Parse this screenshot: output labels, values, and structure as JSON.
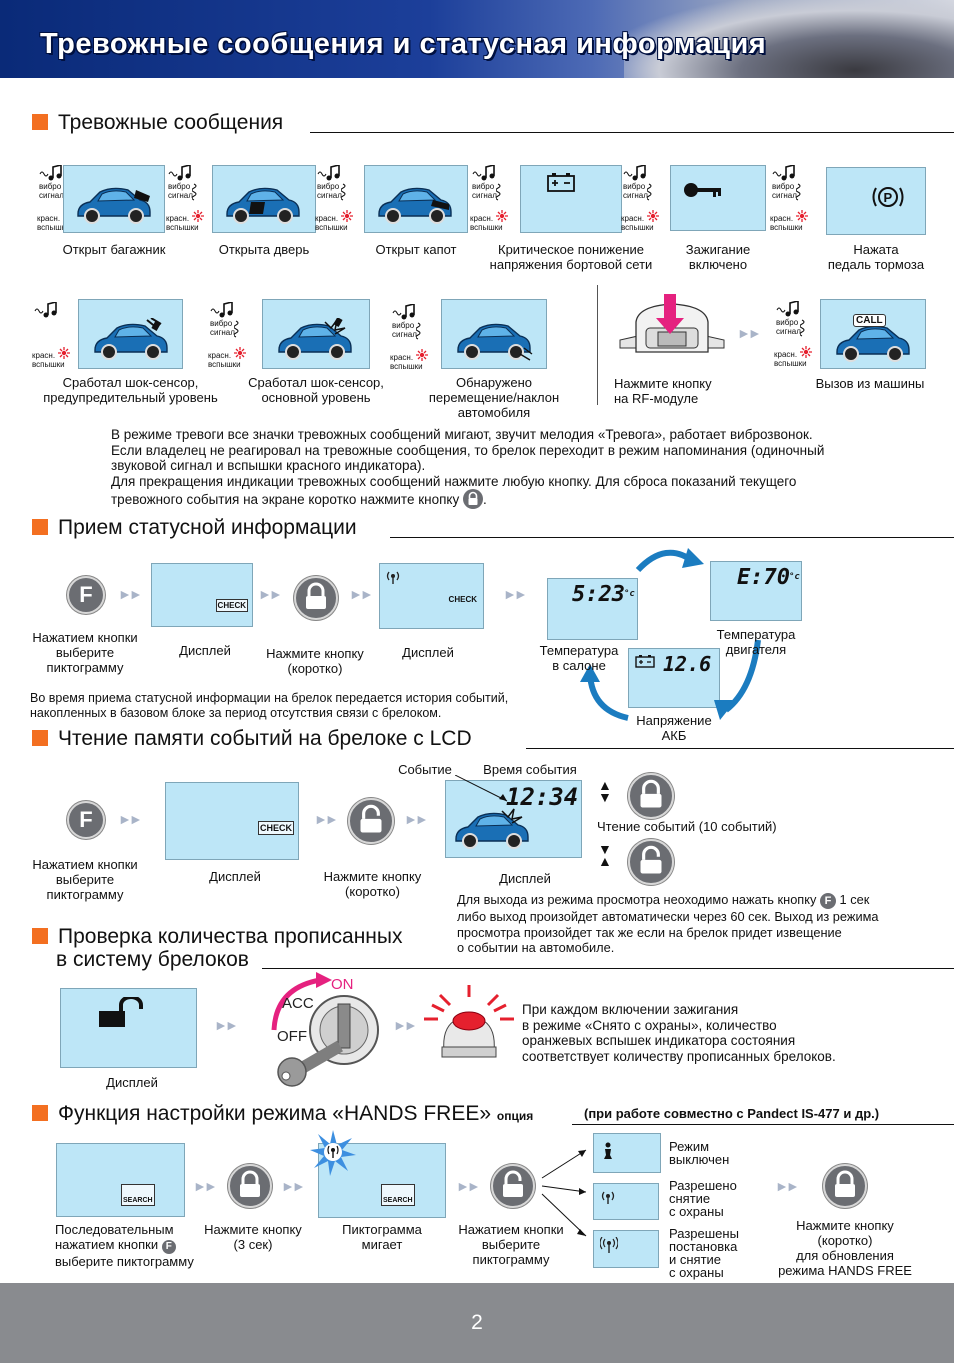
{
  "header": {
    "title": "Тревожные сообщения и статусная информация"
  },
  "sections": {
    "alarm": "Тревожные сообщения",
    "status": "Прием статусной информации",
    "memory": "Чтение памяти событий на брелоке с LCD",
    "keyfobs_l1": "Проверка количества прописанных",
    "keyfobs_l2": "в систему брелоков",
    "handsfree": "Функция настройки режима «HANDS FREE»",
    "handsfree_opt": "опция",
    "handsfree_note": "(при работе совместно с Pandect IS-477 и др.)"
  },
  "labels": {
    "vibro": "вибро",
    "signal": "сигнал",
    "krasn": "красн.",
    "vspyshki": "вспышки",
    "call": "CALL",
    "check": "CHECK",
    "search": "SEARCH"
  },
  "alarm_row1": [
    {
      "cap1": "Открыт багажник",
      "cap2": ""
    },
    {
      "cap1": "Открыта дверь",
      "cap2": ""
    },
    {
      "cap1": "Открыт капот",
      "cap2": ""
    },
    {
      "cap1": "Критическое понижение",
      "cap2": "напряжения бортовой сети"
    },
    {
      "cap1": "Зажигание",
      "cap2": "включено"
    },
    {
      "cap1": "Нажата",
      "cap2": "педаль тормоза"
    }
  ],
  "alarm_row2": [
    {
      "cap1": "Сработал шок-сенсор,",
      "cap2": "предупредительный  уровень",
      "cap3": ""
    },
    {
      "cap1": "Сработал шок-сенсор,",
      "cap2": "основной уровень",
      "cap3": ""
    },
    {
      "cap1": "Обнаружено",
      "cap2": "перемещение/наклон",
      "cap3": "автомобиля"
    }
  ],
  "rf": {
    "cap1": "Нажмите кнопку",
    "cap2": "на RF-модуле",
    "call_cap": "Вызов из машины"
  },
  "alarm_text": [
    "В режиме тревоги все значки тревожных сообщений мигают, звучит мелодия «Тревога», работает виброзвонок.",
    "Если владелец не реагировал на тревожные сообщения, то брелок переходит в режим напоминания (одиночный",
    "звуковой сигнал и вспышки красного индикатора).",
    "Для прекращения индикации тревожных сообщений нажмите любую кнопку. Для сброса показаний текущего",
    "тревожного события на экране коротко нажмите кнопку"
  ],
  "status": {
    "f_label": "F",
    "cap_select": [
      "Нажатием кнопки",
      "выберите",
      "пиктограмму"
    ],
    "cap_display": "Дисплей",
    "cap_press_short": [
      "Нажмите кнопку",
      "(коротко)"
    ],
    "cap_display2": "Дисплей",
    "temp_cabin_val": "5:23",
    "temp_cabin": [
      "Температура",
      "в салоне"
    ],
    "temp_engine_val": "E:70",
    "temp_engine": [
      "Температура",
      "двигателя"
    ],
    "volt_val": "12.6",
    "volt": [
      "Напряжение",
      "АКБ"
    ],
    "degc": "°c",
    "note": [
      "Во время приема статусной информации на брелок передается история событий,",
      "накопленных в базовом блоке за период отсутствия связи с брелоком."
    ]
  },
  "memory": {
    "cap_select": [
      "Нажатием кнопки",
      "выберите",
      "пиктограмму"
    ],
    "cap_display": "Дисплей",
    "cap_press": [
      "Нажмите кнопку",
      "(коротко)"
    ],
    "event": "Событие",
    "event_time": "Время события",
    "time_val": "12:34",
    "cap_display2": "Дисплей",
    "reading": "Чтение событий (10 событий)",
    "exit_text": [
      "Для выхода из режима просмотра неоходимо нажать кнопку",
      "1 сек",
      "либо выход произойдет автоматически через 60 сек. Выход из режима",
      "просмотра произойдет так же если на брелок придет извещение",
      "о событии на автомобиле."
    ]
  },
  "keyfobs": {
    "cap_display": "Дисплей",
    "acc": "ACC",
    "on": "ON",
    "off": "OFF",
    "text": [
      "При каждом включении зажигания",
      "в режиме «Снято с охраны», количество",
      "оранжевых вспышек индикатора состояния",
      "соответствует количеству прописанных брелоков."
    ]
  },
  "handsfree": {
    "cap1": [
      "Последовательным",
      "нажатием кнопки",
      "выберите пиктограмму"
    ],
    "cap2": [
      "Нажмите кнопку",
      "(3 сек)"
    ],
    "cap3": [
      "Пиктограмма",
      "мигает"
    ],
    "cap4": [
      "Нажатием кнопки",
      "выберите",
      "пиктограмму"
    ],
    "mode1": [
      "Режим",
      "выключен"
    ],
    "mode2": [
      "Разрешено",
      "снятие",
      "с охраны"
    ],
    "mode3": [
      "Разрешены",
      "постановка",
      "и снятие",
      "с охраны"
    ],
    "cap5": [
      "Нажмите кнопку",
      "(коротко)",
      "для обновления",
      "режима HANDS FREE"
    ]
  },
  "footer": {
    "page": "2"
  },
  "colors": {
    "header_blue": "#0a2a78",
    "accent_orange": "#f36f21",
    "lcd_blue": "#bde6f7",
    "car_blue": "#1a6fb5",
    "cycle_arrow": "#1b7cc0",
    "footer_gray": "#898b8f",
    "alert_red": "#e5202e",
    "magenta": "#e5217f"
  }
}
